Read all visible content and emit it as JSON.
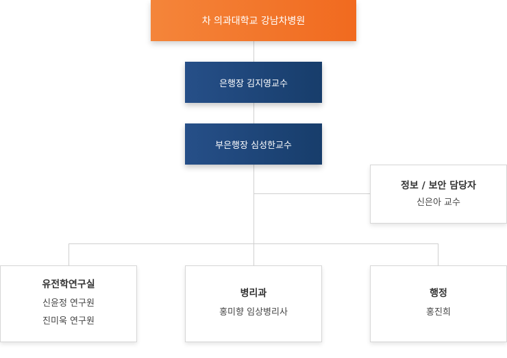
{
  "org": {
    "root": {
      "label": "차 의과대학교 강남차병원"
    },
    "level1": {
      "label": "은행장 김지영교수"
    },
    "level2": {
      "label": "부은행장 심성한교수"
    },
    "side": {
      "title": "정보 / 보안 담당자",
      "members": [
        "신은아 교수"
      ]
    },
    "departments": [
      {
        "title": "유전학연구실",
        "members": [
          "신윤정 연구원",
          "진미욱 연구원"
        ]
      },
      {
        "title": "병리과",
        "members": [
          "홍미향 임상병리사"
        ]
      },
      {
        "title": "행정",
        "members": [
          "홍진희"
        ]
      }
    ]
  },
  "colors": {
    "root_orange": "#f26b21",
    "navy": "#1b426f",
    "connector_gray": "#cfcfcf"
  }
}
